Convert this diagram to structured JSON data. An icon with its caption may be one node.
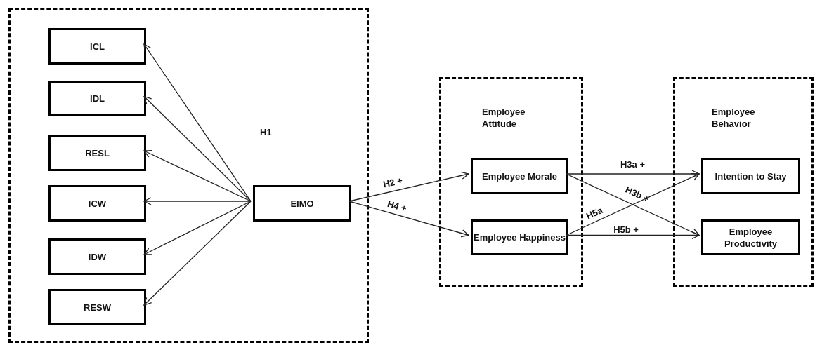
{
  "diagram": {
    "nodes": [
      {
        "text": [],
        "shape": "box"
      },
      {
        "text": [
          "ICL"
        ],
        "in": 0
      },
      {
        "text": [
          "IDL"
        ],
        "in": 0
      },
      {
        "text": [
          "RESL"
        ],
        "in": 0
      },
      {
        "text": [
          "ICW"
        ],
        "in": 0
      },
      {
        "text": [
          "IDW"
        ],
        "in": 0
      },
      {
        "text": [
          "RESW"
        ],
        "in": 0
      },
      {
        "text": [
          "EIMO"
        ],
        "in": 0
      },
      {
        "text": [
          "Employee Attitude"
        ]
      },
      {
        "text": [
          "Employee Morale"
        ],
        "in": 8
      },
      {
        "text": [
          "Employee Happiness"
        ],
        "in": 8
      },
      {
        "text": [
          "Employee Behavior"
        ]
      },
      {
        "text": [
          "Intention to Stay"
        ],
        "in": 11
      },
      {
        "text": [
          "Employee Productivity"
        ],
        "in": 11
      }
    ],
    "edges": [
      {
        "from": 7,
        "to": 1,
        "arrow": "to"
      },
      {
        "from": 7,
        "to": 2,
        "arrow": "to"
      },
      {
        "from": 7,
        "to": 3,
        "arrow": "to"
      },
      {
        "from": 7,
        "to": 4,
        "arrow": "to"
      },
      {
        "from": 7,
        "to": 5,
        "arrow": "to"
      },
      {
        "from": 7,
        "to": 6,
        "arrow": "to"
      },
      {
        "from": 7,
        "to": 9,
        "arrow": "to",
        "label": "H2 +"
      },
      {
        "from": 7,
        "to": 10,
        "arrow": "to",
        "label": "H4 +"
      },
      {
        "from": 9,
        "to": 12,
        "arrow": "to",
        "label": "H3a +"
      },
      {
        "from": 9,
        "to": 13,
        "arrow": "to",
        "label": "H3b +"
      },
      {
        "from": 10,
        "to": 12,
        "arrow": "to",
        "label": "H5a"
      },
      {
        "from": 10,
        "to": 13,
        "arrow": "to",
        "label": "H5b +"
      }
    ],
    "labels": [
      "H1"
    ]
  }
}
